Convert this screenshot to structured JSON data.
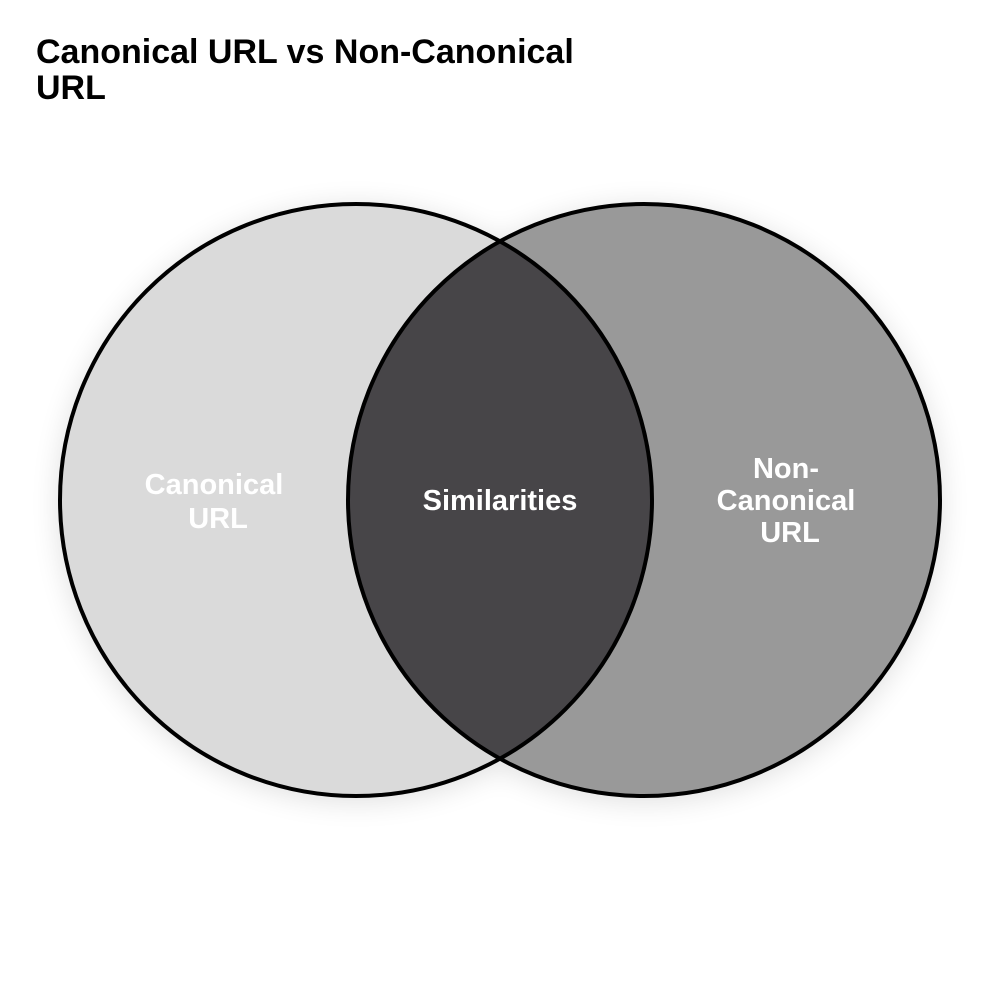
{
  "title": "Canonical URL vs Non-Canonical URL",
  "colors": {
    "left_fill": "#dadada",
    "right_fill": "#999999",
    "overlap_fill": "#474548",
    "outline": "#000000",
    "label_text": "#ffffff",
    "title_text": "#000000"
  },
  "venn": {
    "left": {
      "label_lines": [
        "Canonical",
        "URL"
      ]
    },
    "overlap": {
      "label_lines": [
        "Similarities"
      ]
    },
    "right": {
      "label_lines": [
        "Non-",
        "Canonical",
        "URL"
      ]
    }
  }
}
